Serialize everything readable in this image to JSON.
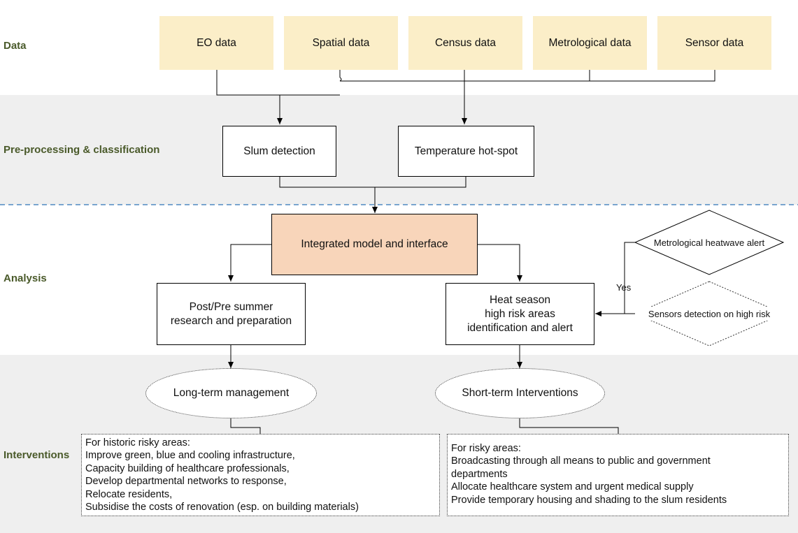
{
  "sections": {
    "data": "Data",
    "preprocessing": "Pre-processing & classification",
    "analysis": "Analysis",
    "interventions": "Interventions"
  },
  "data_sources": [
    "EO data",
    "Spatial data",
    "Census data",
    "Metrological data",
    "Sensor data"
  ],
  "preprocessing": {
    "slum": "Slum detection",
    "temperature": "Temperature hot-spot"
  },
  "analysis": {
    "integrated": "Integrated model and interface",
    "post_pre": [
      "Post/Pre summer",
      "research and preparation"
    ],
    "heat_season": [
      "Heat season",
      "high risk areas",
      "identification and alert"
    ],
    "heatwave_alert": "Metrological heatwave alert",
    "sensors_detection": "Sensors detection on high risk",
    "yes": "Yes"
  },
  "interventions": {
    "long_term": "Long-term management",
    "short_term": "Short-term Interventions",
    "long_term_text": [
      "For historic risky areas:",
      "Improve green, blue and cooling infrastructure,",
      "Capacity building of healthcare professionals,",
      "Develop departmental networks to response,",
      "Relocate residents,",
      "Subsidise the costs of renovation (esp. on building materials)"
    ],
    "short_term_text": [
      "For risky areas:",
      "Broadcasting through all means to public and government",
      "departments",
      "Allocate healthcare system and urgent medical supply",
      "Provide temporary housing and shading to the slum residents"
    ]
  },
  "colors": {
    "data_fill": "#fbeec8",
    "integrated_fill": "#f8d5ba",
    "band_gray": "#efefef",
    "section_label": "#4a5a2a",
    "dashed_divider": "#2e75b6"
  }
}
